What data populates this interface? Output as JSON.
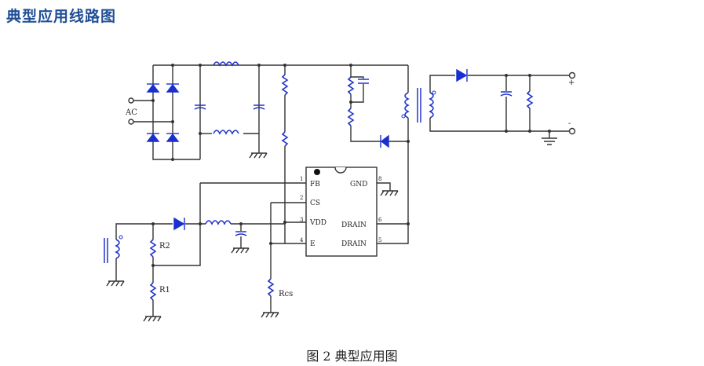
{
  "heading": "典型应用线路图",
  "caption": "图 2 典型应用图",
  "labels": {
    "ac": "AC",
    "plus": "+",
    "minus": "-",
    "r2": "R2",
    "r1": "R1",
    "rcs": "Rcs"
  },
  "chip": {
    "pins": [
      {
        "num": "1",
        "name": "FB"
      },
      {
        "num": "2",
        "name": "CS"
      },
      {
        "num": "3",
        "name": "VDD"
      },
      {
        "num": "4",
        "name": "E"
      },
      {
        "num": "8",
        "name": "GND"
      },
      {
        "num": "6",
        "name": "DRAIN"
      },
      {
        "num": "5",
        "name": "DRAIN"
      }
    ]
  },
  "colors": {
    "heading": "#1f4e96",
    "component": "#1a2fd0",
    "wire": "#333333"
  }
}
